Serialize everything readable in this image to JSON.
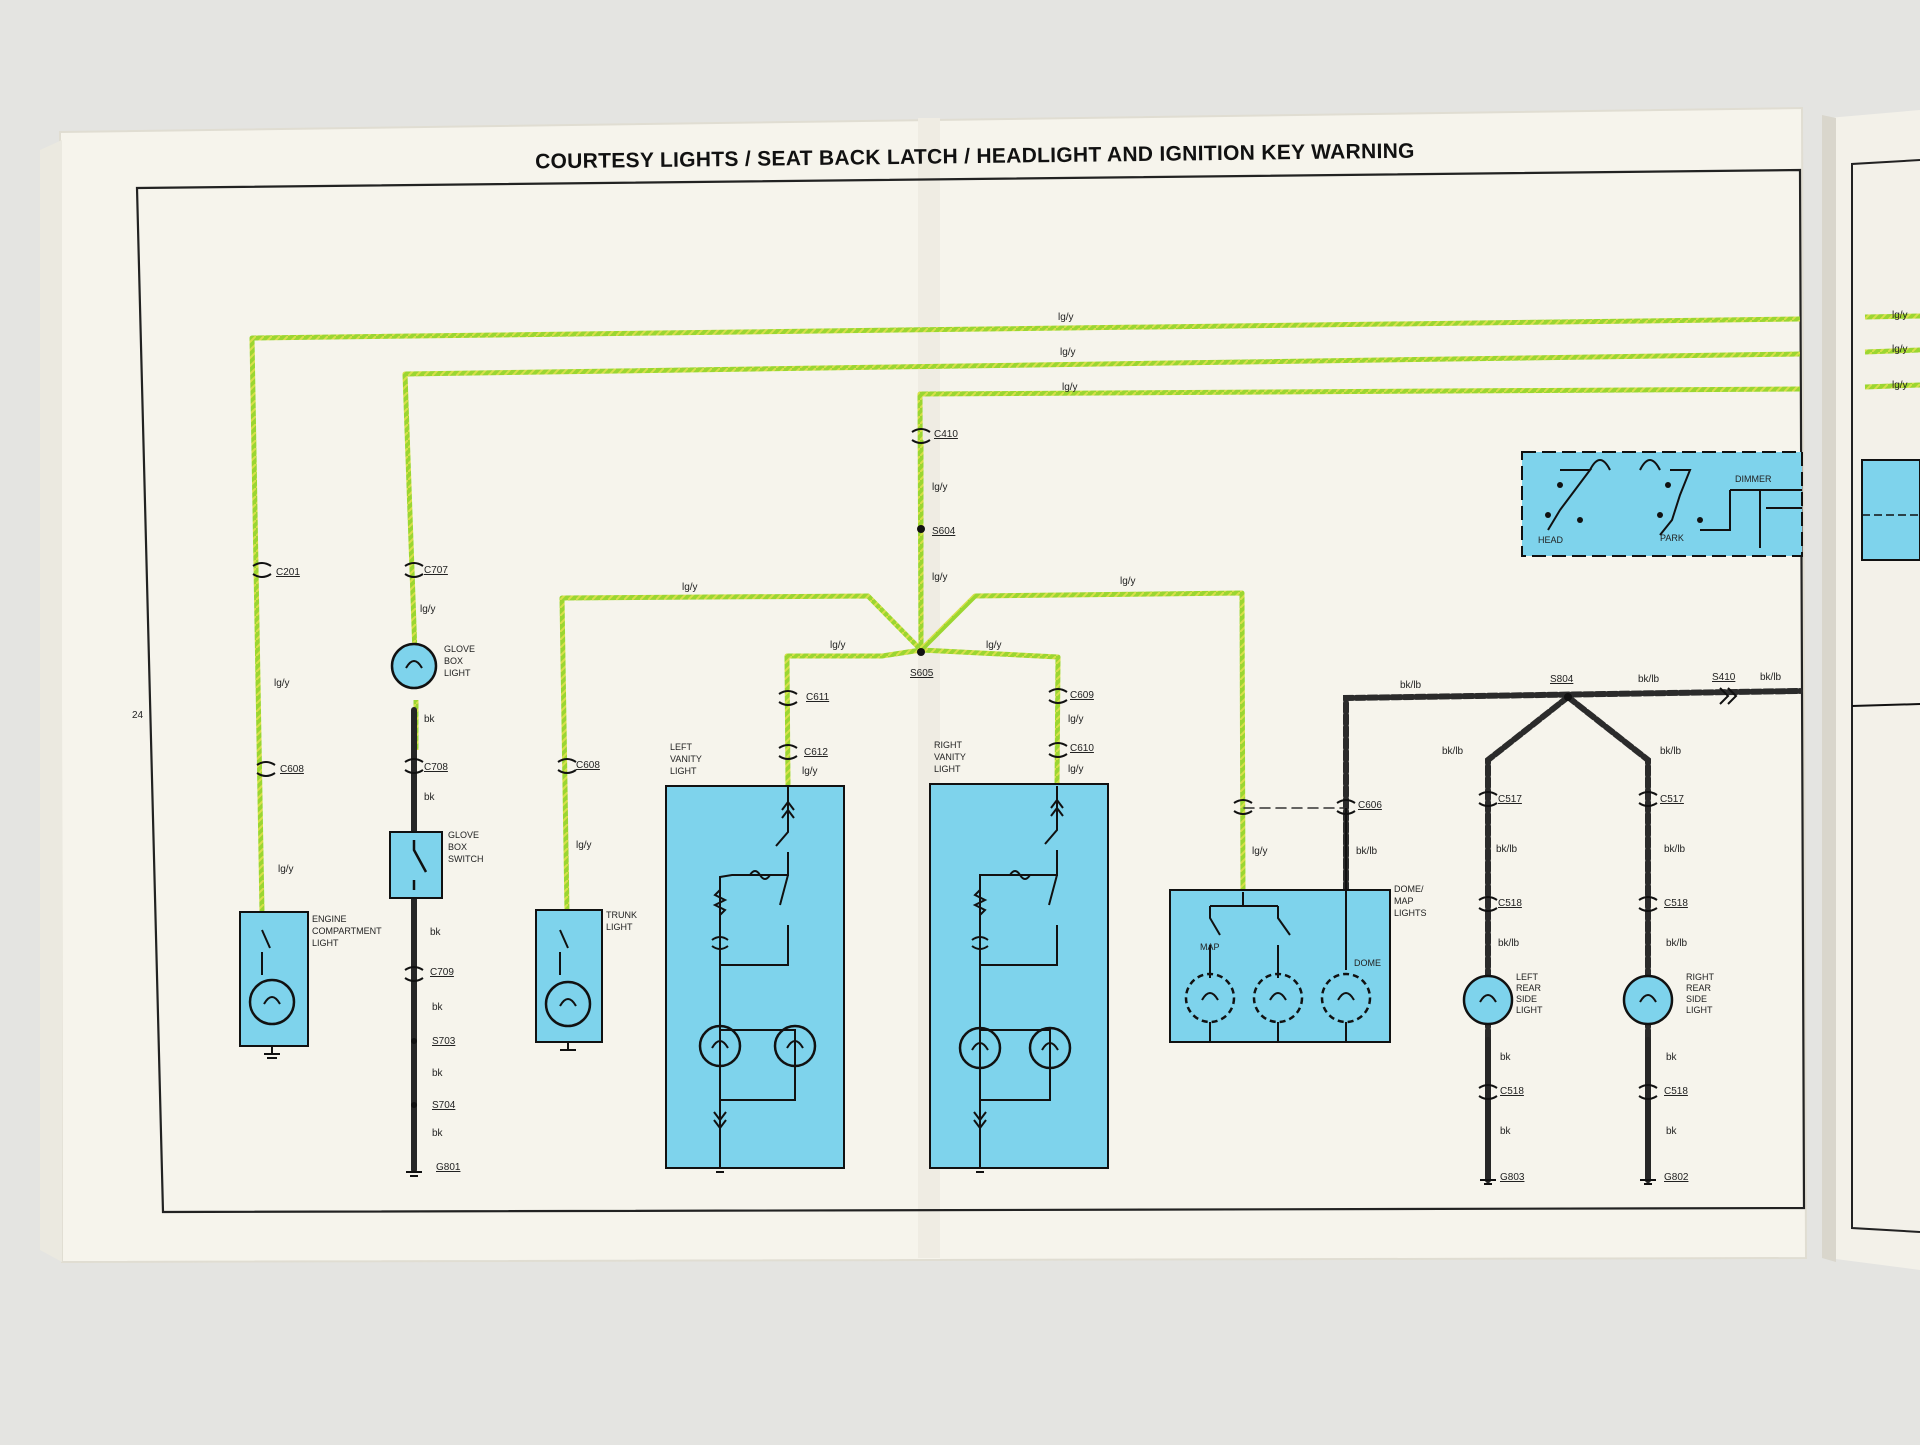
{
  "title": "COURTESY LIGHTS / SEAT BACK LATCH / HEADLIGHT AND IGNITION KEY WARNING",
  "page_number": "24",
  "colors": {
    "wire_lg_y": "#9bd631",
    "wire_bk_lb": "#2b2b2b",
    "wire_bk": "#262626",
    "component_fill": "#7ed3ec",
    "paper": "#f6f4ec",
    "background": "#e4e4e1"
  },
  "wire_codes": {
    "lg_y": "lg/y",
    "bk_lb": "bk/lb",
    "bk": "bk"
  },
  "connectors": {
    "c201": "C201",
    "c608": "C608",
    "c707": "C707",
    "c708": "C708",
    "c709": "C709",
    "c410": "C410",
    "c611": "C611",
    "c612": "C612",
    "c609": "C609",
    "c610": "C610",
    "c606": "C606",
    "c517": "C517",
    "c518": "C518"
  },
  "splices": {
    "s604": "S604",
    "s605": "S605",
    "s703": "S703",
    "s704": "S704",
    "s804": "S804",
    "s410": "S410"
  },
  "grounds": {
    "g801": "G801",
    "g803": "G803",
    "g802": "G802"
  },
  "components": {
    "engine_compartment_light": [
      "ENGINE",
      "COMPARTMENT",
      "LIGHT"
    ],
    "glove_box_light": [
      "GLOVE",
      "BOX",
      "LIGHT"
    ],
    "glove_box_switch": [
      "GLOVE",
      "BOX",
      "SWITCH"
    ],
    "trunk_light": [
      "TRUNK",
      "LIGHT"
    ],
    "left_vanity_light": [
      "LEFT",
      "VANITY",
      "LIGHT"
    ],
    "right_vanity_light": [
      "RIGHT",
      "VANITY",
      "LIGHT"
    ],
    "dome_map_lights": [
      "DOME/",
      "MAP",
      "LIGHTS"
    ],
    "map": "MAP",
    "dome": "DOME",
    "left_rear_side_light": [
      "LEFT",
      "REAR",
      "SIDE",
      "LIGHT"
    ],
    "right_rear_side_light": [
      "RIGHT",
      "REAR",
      "SIDE",
      "LIGHT"
    ],
    "headlamp_switch": {
      "head": "HEAD",
      "park": "PARK",
      "dimmer": "DIMMER"
    }
  }
}
